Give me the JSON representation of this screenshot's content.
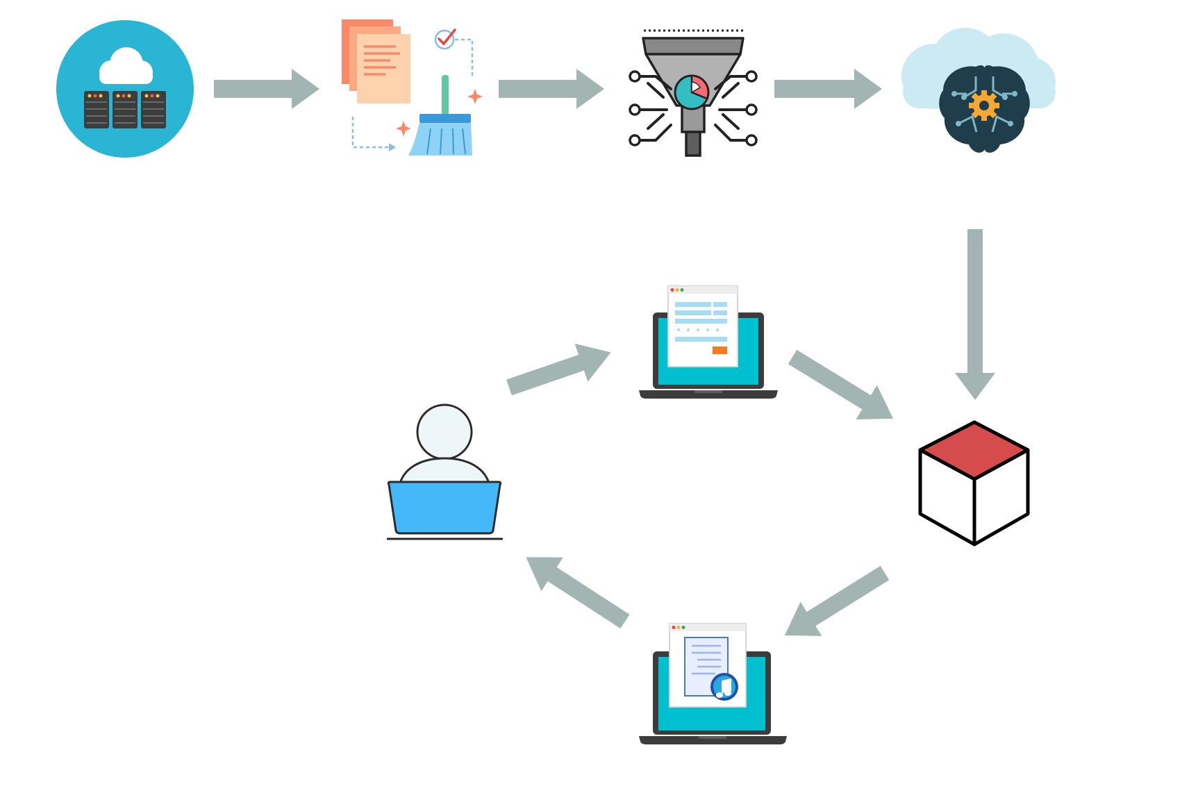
{
  "diagram": {
    "type": "ml-pipeline-flow",
    "arrow_color": "#A3B5B2",
    "nodes": [
      {
        "id": "cloud-database",
        "icon": "cloud-server-icon"
      },
      {
        "id": "data-cleaning",
        "icon": "documents-broom-icon"
      },
      {
        "id": "data-filtering",
        "icon": "filter-funnel-icon"
      },
      {
        "id": "ml-training",
        "icon": "cloud-brain-gear-icon"
      },
      {
        "id": "trained-model",
        "icon": "cube-icon"
      },
      {
        "id": "web-form-client",
        "icon": "laptop-web-form-icon"
      },
      {
        "id": "audio-result-client",
        "icon": "laptop-audio-document-icon"
      },
      {
        "id": "user",
        "icon": "user-at-laptop-icon"
      }
    ],
    "edges": [
      {
        "from": "cloud-database",
        "to": "data-cleaning"
      },
      {
        "from": "data-cleaning",
        "to": "data-filtering"
      },
      {
        "from": "data-filtering",
        "to": "ml-training"
      },
      {
        "from": "ml-training",
        "to": "trained-model"
      },
      {
        "from": "user",
        "to": "web-form-client"
      },
      {
        "from": "web-form-client",
        "to": "trained-model"
      },
      {
        "from": "trained-model",
        "to": "audio-result-client"
      },
      {
        "from": "audio-result-client",
        "to": "user"
      }
    ],
    "colors": {
      "teal": "#2BB5D4",
      "dark": "#3A3A3A",
      "orange": "#F8896A",
      "screen": "#00BFCF",
      "cube_top": "#D64B4B",
      "user_laptop": "#45B8FA"
    }
  }
}
